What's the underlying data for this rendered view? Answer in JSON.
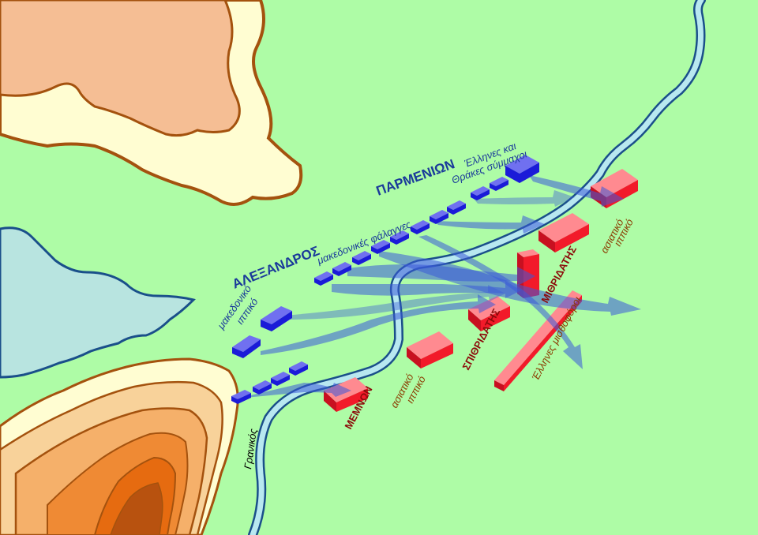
{
  "map": {
    "colors": {
      "plain": "#aefca6",
      "hill_pale": "#fffdd2",
      "hill_peach": "#f5be94",
      "mountain_1": "#f8d29a",
      "mountain_2": "#f5b06a",
      "mountain_3": "#ef8a34",
      "mountain_4": "#e66b10",
      "mountain_5": "#b8520f",
      "contour": "#a4520e",
      "sea": "#b8e4e0",
      "river_fill": "#b8e8f0",
      "river_edge": "#1a4f8a",
      "macedonian": "#1b1bd8",
      "macedonian_top": "#7070f0",
      "persian": "#f21a2a",
      "persian_top": "#ff8a90",
      "arrow": "#3a5ad8",
      "label_blue": "#1a3a9a",
      "label_persian_bold": "#8b0a0a",
      "label_persian_italic": "#8b3a00",
      "label_river": "#000000"
    },
    "labels": {
      "parmenion": "ΠΑΡΜΕΝΙΩΝ",
      "alexandros": "ΑΛΕΞΑΝΔΡΟΣ",
      "greeks_thracians_line1": "Έλληνες και",
      "greeks_thracians_line2": "Θράκες σύμμαχοι",
      "phalanx": "μακεδονικές φάλαγγες",
      "mac_cavalry_line1": "μακεδονικό",
      "mac_cavalry_line2": "ιππικό",
      "memnon": "ΜΕΜΝΩΝ",
      "spithridates": "ΣΠΙΘΡΙΔΑΤΗΣ",
      "mithridates": "ΜΙΘΡΙΔΑΤΗΣ",
      "asian_cav_center_line1": "ασιατικό",
      "asian_cav_center_line2": "ιππικό",
      "asian_cav_right_line1": "ασιατικό",
      "asian_cav_right_line2": "ιππικό",
      "greek_mercenaries": "Έλληνες μισθοφόροι",
      "river": "Γρανικός"
    }
  }
}
